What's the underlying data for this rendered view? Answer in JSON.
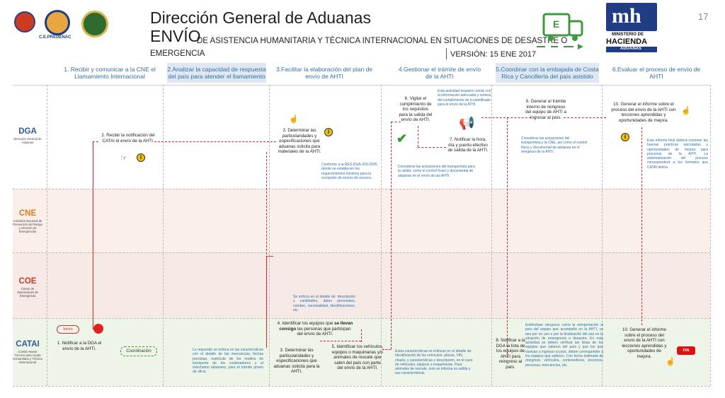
{
  "header": {
    "org_logo_text": "C.E.PREDENAC",
    "title": "Dirección General de Aduanas",
    "subtitle_big": "ENVÍO",
    "subtitle_rest": "DE ASISTENCIA HUMANITARIA Y TÉCNICA INTERNACIONAL EN SITUACIONES DE DESASTRE O",
    "subtitle_line2": "EMERGENCIA",
    "version": "VERSIÓN: 15 ENE 2017",
    "page_number": "17",
    "truck_letter": "E",
    "ministry_logo": "mh",
    "ministry_line1": "MINISTERIO DE",
    "ministry_line2": "HACIENDA",
    "ministry_line3": "ADUANAS"
  },
  "phases": [
    {
      "label": "1. Recibir y comunicar a la CNE el Llamamiento Internacional"
    },
    {
      "label": "2.Analizar la capacidad de respuesta del país para atender el llamamiento"
    },
    {
      "label": "3.Facilitar la elaboración del plan de envío de AHTI"
    },
    {
      "label": "4.Gestionar el trámite de envío de la AHTI"
    },
    {
      "label": "5.Coordinar con la embajada de Costa Rica y Cancillería del país asistido"
    },
    {
      "label": "6.Evaluar el proceso de envío de AHTI"
    }
  ],
  "lanes": [
    {
      "code": "DGA",
      "desc": "Dirección General de Aduanas"
    },
    {
      "code": "CNE",
      "desc": "Comisión Nacional de Prevención del Riesgo y Atención de Emergencias"
    },
    {
      "code": "COE",
      "desc": "Centro de Operaciones de Emergencia"
    },
    {
      "code": "CATAI",
      "desc": "Comité Asesor Técnico para Ayuda Humanitaria y Técnica Internacional"
    }
  ],
  "steps": {
    "s1": "1. Notificar a la DGA el envío de la AHTI.",
    "s2": "2. Recibir la notificación del CATAI el envío de la AHTI.",
    "s3_dga": "3. Determinar las particularidades y especificaciones que aduanas solicita para materiales de la AHTI.",
    "s3_catai": "3. Determinar las particularidades y especificaciones que aduanas solicita para la AHTI.",
    "s4_pre": "4. Identificar los equipos que",
    "s4_bold": "se llevan consigo",
    "s4_post": "las personas que participan del envío de AHTI.",
    "s5": "5. Identificar los vehículos, equipos o maquinarias y/o animales de rescate que salen del país con parte del envío de la AHTI.",
    "s6": "6. Vigilar el cumplimiento de los requisitos para la salida del envío de AHTI.",
    "s7": "7. Notificar la hora, día y puerto efectivo de salida de la AHTI.",
    "s8": "8. Notificar a la DGA la lista de los equipos de AHTI para reingreso al país.",
    "s9": "9. Generar el trámite interno de reingreso del equipo de AHTI a ingresar al país.",
    "s10_dga": "10. Generar el informe sobre el proceso del envío de la AHTI con lecciones aprendidas y oportunidades de mejora.",
    "s10_catai": "10. Generar el informe sobre el proceso del envío de la AHTI con lecciones aprendidas y oportunidades de mejora."
  },
  "notes": {
    "n_control": "Esta actividad requiere contar con la información adecuada y certera del cumplimiento de lo planificado para el envío de la ATHI.",
    "n_res": "Conforme a la RES-DGA-203-2005, donde se establecen los requerimientos mínimos para la recepción de envíos de socorro.",
    "n_transport": "Considerar las actuaciones del transportista para la salida, como el control físico y documental de aduanas en el envío de las AHTI.",
    "n_reingreso": "Considerar las actuaciones del transportista y la CNE, así como el control físico y documental de aduanas en el reingreso de la AHTI.",
    "n_informe": "Este informe final deberá contener las buenas prácticas ejecutadas y oportunidades de mejora para procesos de la AHTI. La sistematización del proceso corresponderá a los formatos que CATAI defina.",
    "n_coe": "Se enfoca en el detalle de: descripción y cantidades, datos personales, nombre, nacionalidad, identificaciones, etc.",
    "n_catai_req": "Lo requerido se enfoca en las características con el detalle de las mercancías, fechas previstas, matrícula de los medios de transporte de los contenedores y el marchamo aduanero, para el trámite previo de oficio.",
    "n_vehic": "Estas características se enfocan en el detalle de: Identificación de los vehículos: placas, VIN, chasis, y características o descripción, en el caso de vehículos, equipos o maquinarias. Para animales de rescate, solo se informa su salida y sus características.",
    "n_reentry": "Entiéndase reingreso como la reimportación al país del equipo que acompaña en la AHTI, ya sea por no uso o por la finalización del uso en la situación de emergencia o desastre. En esta actividad se deben verificar las listas de los equipos que salieron del país y que los que vuelvan a ingresar al país, deben corresponder a los equipos que salieron. Con fecha estimada de reingreso, vehículos, contenedores, precintos, personas, mercancías, etc."
  },
  "labels": {
    "inicio": "Inicio",
    "coordinacion": "Coordinación",
    "fin": "FIN"
  },
  "colors": {
    "phase_text": "#2f6fa6",
    "phase_shade": "#dfe8f2",
    "flow_line": "#d22222",
    "cne_band": "#fbefe9",
    "coe_band": "#f6e9e6",
    "catai_band": "#eef5e8",
    "note_text": "#2f6fa6"
  }
}
